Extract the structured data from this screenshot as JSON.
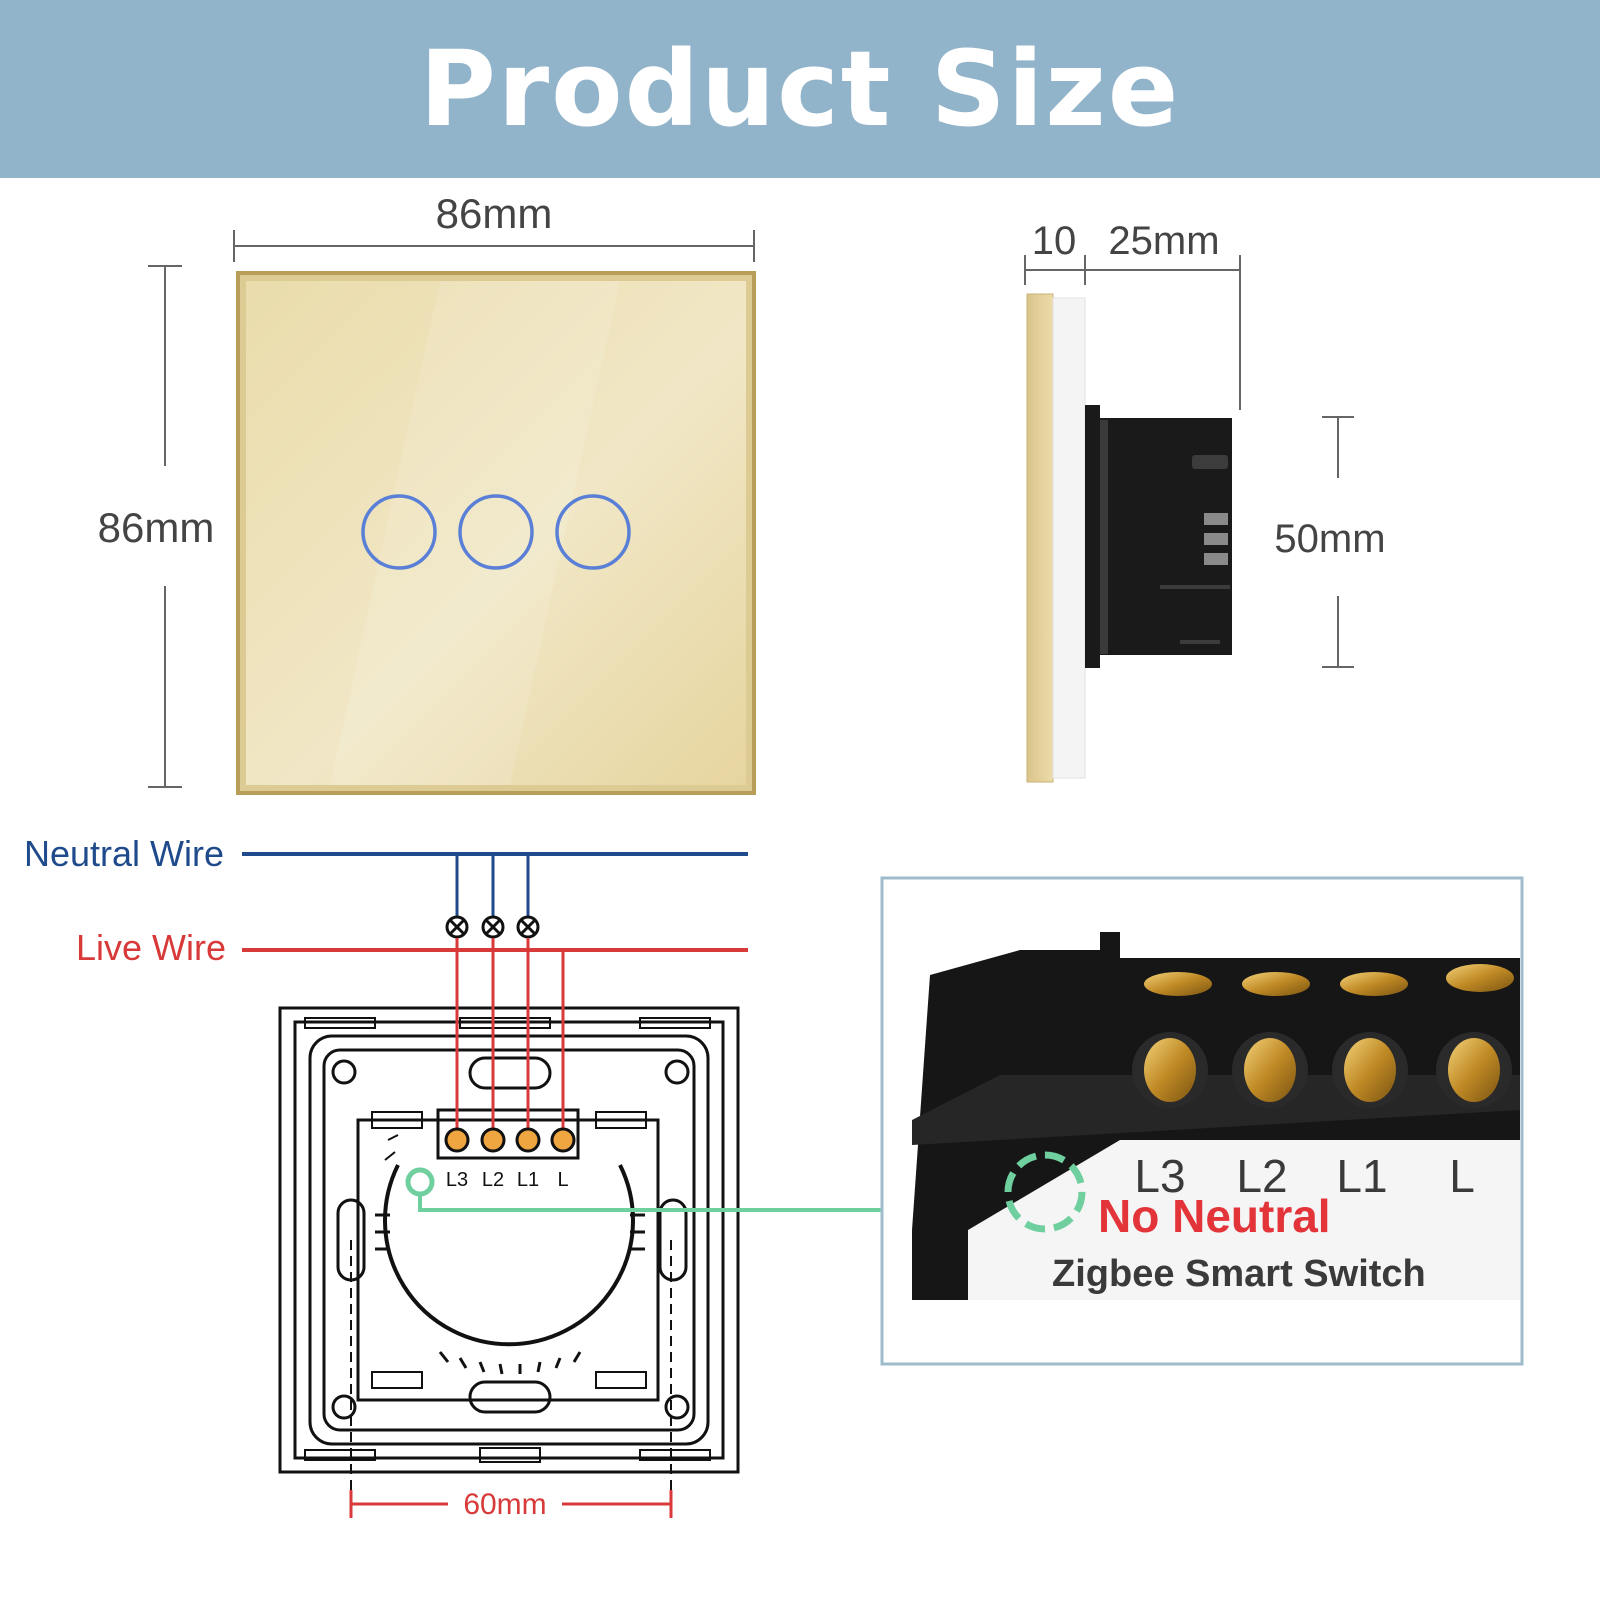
{
  "header": {
    "title": "Product Size"
  },
  "front_view": {
    "width_label": "86mm",
    "height_label": "86mm",
    "panel_color": "#e8d9a8",
    "button_ring_color": "#5a7fd6",
    "button_count": 3
  },
  "side_view": {
    "depth_front_label": "10",
    "depth_back_label": "25mm",
    "height_label": "50mm"
  },
  "wiring": {
    "neutral_label": "Neutral Wire",
    "live_label": "Live Wire",
    "neutral_color": "#1f4a8c",
    "live_color": "#d83a3a",
    "ground_link_color": "#6fcf9f",
    "terminal_labels": [
      "L3",
      "L2",
      "L1",
      "L"
    ],
    "mount_spacing_label": "60mm"
  },
  "closeup": {
    "terminal_labels": [
      "L3",
      "L2",
      "L1",
      "L"
    ],
    "no_neutral_label": "No Neutral",
    "product_label": "Zigbee Smart Switch",
    "frame_color": "#9fbccc",
    "warning_color": "#e3343a"
  }
}
